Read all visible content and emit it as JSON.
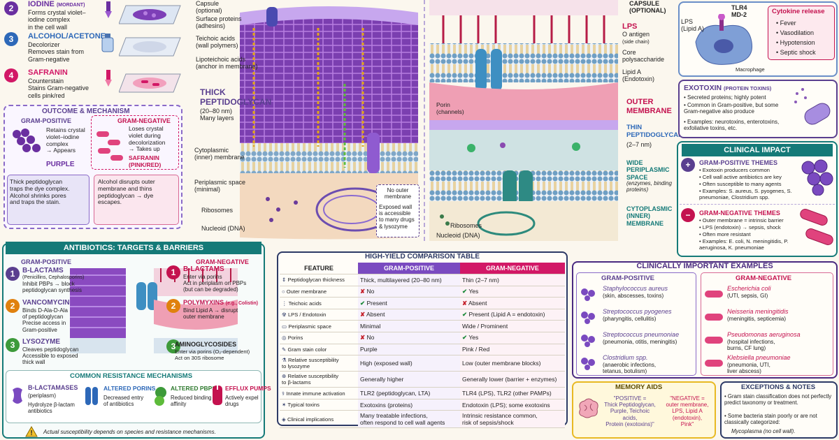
{
  "stain": {
    "s2": {
      "num": "2",
      "title": "IODINE",
      "sub": "(MORDANT)",
      "desc": "Forms crystal violet–\niodine complex\nin the cell wall"
    },
    "s3": {
      "num": "3",
      "title": "ALCOHOL/ACETONE",
      "desc": "Decolorizer\nRemoves stain from\nGram-negative"
    },
    "s4": {
      "num": "4",
      "title": "SAFRANIN",
      "desc": "Counterstain\nStains Gram-negative\ncells pink/red"
    },
    "outcome": {
      "title": "OUTCOME & MECHANISM",
      "pos_title": "GRAM-POSITIVE",
      "pos_desc": "Retains crystal\nviolet–iodine\ncomplex\n→ Appears",
      "pos_result": "PURPLE",
      "neg_title": "GRAM-NEGATIVE",
      "neg_desc": "Loses crystal\nviolet during\ndecolorization\n→ Takes up",
      "neg_result": "SAFRANIN\n(PINK/RED)",
      "pos_note": "Thick peptidoglycan\ntraps the dye complex.\nAlcohol shrinks pores\nand traps the stain.",
      "neg_note": "Alcohol disrupts outer\nmembrane and thins\npeptidoglycan → dye\nescapes."
    }
  },
  "gp_wall": {
    "capsule": "Capsule\n(optional)",
    "surface": "Surface proteins\n(adhesins)",
    "teichoic": "Teichoic acids\n(wall polymers)",
    "lipoteichoic": "Lipoteichoic acids\n(anchor in membrane)",
    "thick_title": "THICK\nPEPTIDOGLYCAN",
    "thick_desc": "(20–80 nm)\nMany layers",
    "cyto": "Cytoplasmic\n(inner) membrane",
    "peri": "Periplasmic space\n(minimal)",
    "ribo": "Ribosomes",
    "nucleoid": "Nucleoid (DNA)",
    "no_outer": "No outer\nmembrane",
    "exposed": "Exposed wall\nis accessible\nto many drugs\n& lysozyme"
  },
  "gn_wall": {
    "capsule": "CAPSULE\n(optional)",
    "lps": "LPS",
    "oantigen": "O antigen",
    "oantigen_sub": "(side chain)",
    "core": "Core\npolysaccharide",
    "lipida": "Lipid A\n(Endotoxin)",
    "porin": "Porin\n(channels)",
    "outer": "OUTER\nMEMBRANE",
    "thin_title": "THIN\nPEPTIDOGLYCAN",
    "thin_desc": "(2–7 nm)",
    "wide_title": "WIDE\nPERIPLASMIC\nSPACE",
    "wide_desc": "(enzymes, binding\nproteins)",
    "cyto": "CYTOPLASMIC\n(INNER)\nMEMBRANE",
    "ribo": "Ribosomes",
    "nucleoid": "Nucleoid (DNA)"
  },
  "immune": {
    "lps": "LPS\n(Lipid A)",
    "tlr": "TLR4\nMD-2",
    "macro": "Macrophage",
    "cyto_title": "Cytokine release",
    "cyto_items": [
      "Fever",
      "Vasodilation",
      "Hypotension",
      "Septic shock"
    ]
  },
  "exotoxin": {
    "title": "EXOTOXIN",
    "sub": "(PROTEIN TOXINS)",
    "items": [
      "Secreted proteins; highly potent",
      "Common in Gram-positive, but some Gram-negative also produce",
      "Examples: neurotoxins, enterotoxins, exfoliative toxins, etc."
    ]
  },
  "clinical_impact": {
    "title": "CLINICAL IMPACT",
    "pos_title": "GRAM-POSITIVE THEMES",
    "pos_items": [
      "Exotoxin producers common",
      "Cell wall active antibiotics are key",
      "Often susceptible to many agents",
      "Examples: S. aureus, S. pyogenes, S. pneumoniae, Clostridium spp."
    ],
    "neg_title": "GRAM-NEGATIVE THEMES",
    "neg_items": [
      "Outer membrane = intrinsic barrier",
      "LPS (endotoxin) → sepsis, shock",
      "Often more resistant",
      "Examples: E. coli, N. meningitidis, P. aeruginosa, K. pneumoniae"
    ]
  },
  "antibiotics": {
    "title": "ANTIBIOTICS: TARGETS & BARRIERS",
    "gp": "GRAM-POSITIVE",
    "gn": "GRAM-NEGATIVE",
    "left": [
      {
        "num": "1",
        "title": "β-LACTAMS",
        "sub": "(Penicillins, Cephalosporins)",
        "desc": "Inhibit PBPs → block\npeptidoglycan synthesis"
      },
      {
        "num": "2",
        "title": "VANCOMYCIN",
        "sub": "",
        "desc": "Binds D-Ala-D-Ala\nof peptidoglycan\nPrecise access in\nGram-positive"
      },
      {
        "num": "3",
        "title": "LYSOZYME",
        "sub": "",
        "desc": "Cleaves peptidoglycan\nAccessible to exposed\nthick wall"
      }
    ],
    "right": [
      {
        "num": "1",
        "title": "β-LACTAMS",
        "desc": "Enter via porins\nAct in periplasm on PBPs\n(but can be degraded)"
      },
      {
        "num": "2",
        "title": "POLYMYXINS",
        "sub": "(e.g., Colistin)",
        "desc": "Bind Lipid A → disrupt\nouter membrane"
      },
      {
        "num": "3",
        "title": "AMINOGLYCOSIDES",
        "desc": "Enter via porins (O₂-dependent)\nAct on 30S ribosome"
      }
    ],
    "res_title": "COMMON RESISTANCE MECHANISMS",
    "res": [
      {
        "title": "β-LACTAMASES",
        "sub": "(periplasm)",
        "desc": "Hydrolyze β-lactam\nantibiotics"
      },
      {
        "title": "ALTERED PORINS",
        "desc": "Decreased entry\nof antibiotics"
      },
      {
        "title": "ALTERED PBPs",
        "desc": "Reduced binding\naffinity"
      },
      {
        "title": "EFFLUX PUMPS",
        "desc": "Actively expel\ndrugs"
      }
    ],
    "footnote": "Actual susceptibility depends on species and resistance mechanisms."
  },
  "comparison": {
    "title": "HIGH-YIELD COMPARISON TABLE",
    "h_feature": "FEATURE",
    "h_pos": "GRAM-POSITIVE",
    "h_neg": "GRAM-NEGATIVE",
    "rows": [
      {
        "f": "Peptidoglycan thickness",
        "p": "Thick, multilayered (20–80 nm)",
        "pm": "",
        "n": "Thin (2–7 nm)",
        "nm": ""
      },
      {
        "f": "Outer membrane",
        "p": "No",
        "pm": "n",
        "n": "Yes",
        "nm": "y"
      },
      {
        "f": "Teichoic acids",
        "p": "Present",
        "pm": "y",
        "n": "Absent",
        "nm": "n"
      },
      {
        "f": "LPS / Endotoxin",
        "p": "Absent",
        "pm": "n",
        "n": "Present (Lipid A = endotoxin)",
        "nm": "y"
      },
      {
        "f": "Periplasmic space",
        "p": "Minimal",
        "pm": "",
        "n": "Wide / Prominent",
        "nm": ""
      },
      {
        "f": "Porins",
        "p": "No",
        "pm": "n",
        "n": "Yes",
        "nm": "y"
      },
      {
        "f": "Gram stain color",
        "p": "Purple",
        "pm": "",
        "n": "Pink / Red",
        "nm": ""
      },
      {
        "f": "Relative susceptibility\nto lysozyme",
        "p": "High (exposed wall)",
        "pm": "",
        "n": "Low (outer membrane blocks)",
        "nm": ""
      },
      {
        "f": "Relative susceptibility\nto β-lactams",
        "p": "Generally higher",
        "pm": "",
        "n": "Generally lower (barrier + enzymes)",
        "nm": ""
      },
      {
        "f": "Innate immune activation",
        "p": "TLR2 (peptidoglycan, LTA)",
        "pm": "",
        "n": "TLR4 (LPS), TLR2 (other PAMPs)",
        "nm": ""
      },
      {
        "f": "Typical toxins",
        "p": "Exotoxins (proteins)",
        "pm": "",
        "n": "Endotoxin (LPS); some exotoxins",
        "nm": ""
      },
      {
        "f": "Clinical implications",
        "p": "Many treatable infections,\noften respond to cell wall agents",
        "pm": "",
        "n": "Intrinsic resistance common,\nrisk of sepsis/shock",
        "nm": ""
      }
    ]
  },
  "examples": {
    "title": "CLINICALLY IMPORTANT EXAMPLES",
    "gp": "GRAM-POSITIVE",
    "gn": "GRAM-NEGATIVE",
    "pos": [
      {
        "name": "Staphylococcus aureus",
        "desc": "(skin, abscesses, toxins)"
      },
      {
        "name": "Streptococcus pyogenes",
        "desc": "(pharyngitis, cellulitis)"
      },
      {
        "name": "Streptococcus pneumoniae",
        "desc": "(pneumonia, otitis, meningitis)"
      },
      {
        "name": "Clostridium spp.",
        "desc": "(anaerobic infections,\ntetanus, botulism)"
      }
    ],
    "neg": [
      {
        "name": "Escherichia coli",
        "desc": "(UTI, sepsis, GI)"
      },
      {
        "name": "Neisseria meningitidis",
        "desc": "(meningitis, septicemia)"
      },
      {
        "name": "Pseudomonas aeruginosa",
        "desc": "(hospital infections,\nburns, CF lung)"
      },
      {
        "name": "Klebsiella pneumoniae",
        "desc": "(pneumonia, UTI,\nliver abscess)"
      }
    ]
  },
  "memory": {
    "title": "MEMORY AIDS",
    "pos": "\"POSITIVE =\nThick Peptidoglycan,\nPurple, Teichoic acids,\nProtein (exotoxins)\"",
    "neg": "\"NEGATIVE =\nouter membrane,\nLPS, Lipid A (endotoxin),\nPink\""
  },
  "exceptions": {
    "title": "EXCEPTIONS & NOTES",
    "items": [
      "Gram stain classification does not perfectly predict taxonomy or treatment.",
      "Some bacteria stain poorly or are not classically categorized:"
    ],
    "last": "Mycoplasma (no cell wall)."
  },
  "colors": {
    "purple": "#5a3f8f",
    "pink": "#c4124f",
    "teal": "#157a78",
    "gold": "#e8b923"
  }
}
